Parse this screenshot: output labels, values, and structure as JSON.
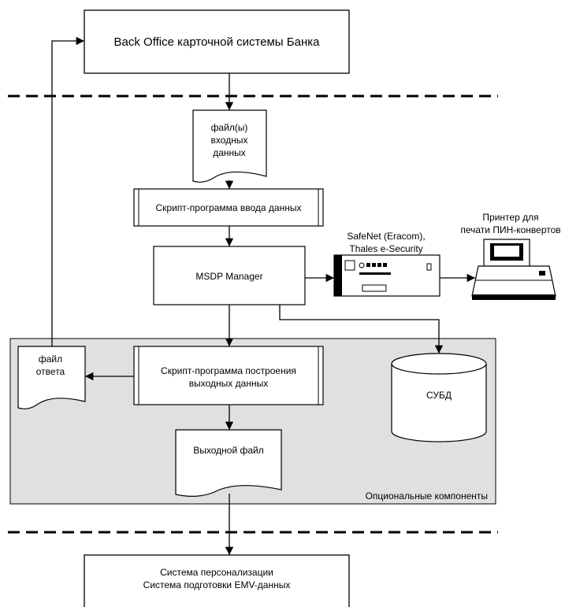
{
  "back_office": {
    "label": "Back Office карточной системы Банка"
  },
  "input_files": {
    "line1": "файл(ы)",
    "line2": "входных",
    "line3": "данных"
  },
  "input_script": {
    "label": "Скрипт-программа ввода данных"
  },
  "msdp_manager": {
    "label": "MSDP Manager"
  },
  "hsm": {
    "line1": "SafeNet (Eracom),",
    "line2": "Thales e-Security"
  },
  "printer": {
    "line1": "Принтер для",
    "line2": "печати ПИН-конвертов"
  },
  "optional_region": {
    "label": "Опциональные компоненты"
  },
  "response_file": {
    "line1": "файл",
    "line2": "ответа"
  },
  "output_script": {
    "line1": "Скрипт-программа построения",
    "line2": "выходных данных"
  },
  "dbms": {
    "label": "СУБД"
  },
  "output_file": {
    "label": "Выходной файл"
  },
  "personalization": {
    "line1": "Система персонализации",
    "line2": "Система подготовки EMV-данных"
  },
  "colors": {
    "optional_fill": "#e0e0e0",
    "line": "#000000",
    "background": "#ffffff"
  }
}
